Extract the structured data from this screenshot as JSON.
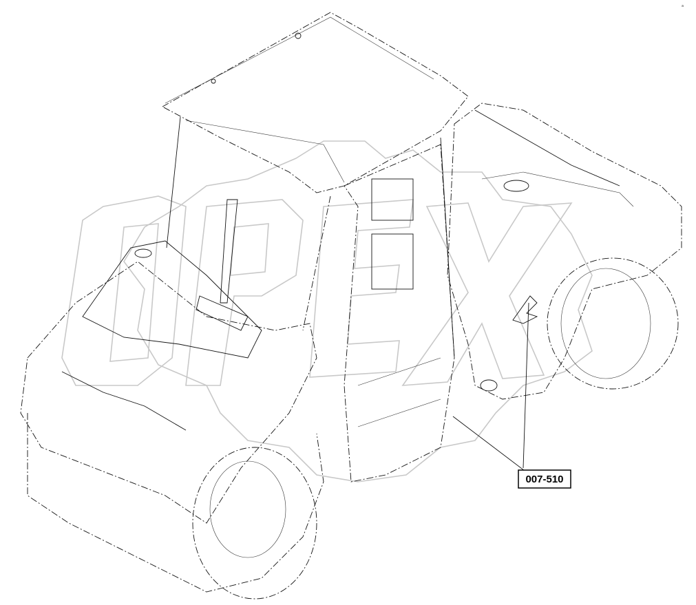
{
  "callout": {
    "part_number": "007-510"
  },
  "watermark": {
    "text": "OPEX"
  },
  "corner_mark": {
    "text": "a"
  },
  "colors": {
    "line": "#111111",
    "watermark": "#c8c8c8",
    "background": "#ffffff"
  }
}
